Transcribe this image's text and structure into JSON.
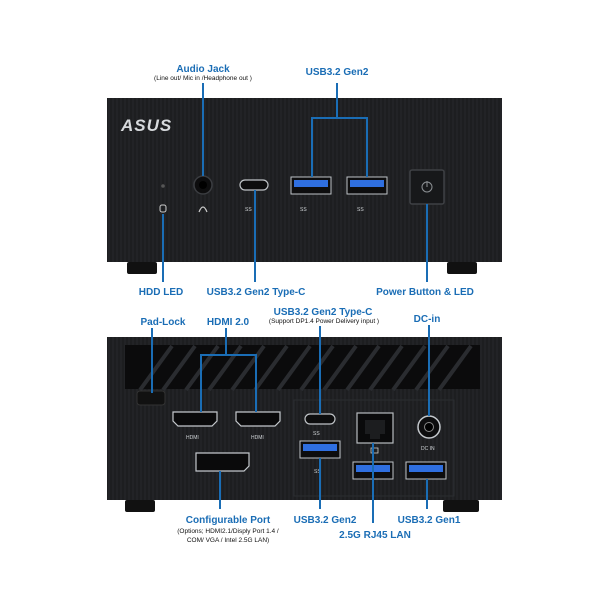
{
  "brand": "ASUS",
  "front_labels": {
    "audio_jack": "Audio Jack",
    "audio_jack_note": "(Line out/ Mic in /Headphone out )",
    "usb_gen2_top": "USB3.2 Gen2",
    "hdd_led": "HDD LED",
    "usb_typec": "USB3.2 Gen2 Type-C",
    "power_button": "Power Button & LED"
  },
  "rear_labels": {
    "pad_lock": "Pad-Lock",
    "hdmi": "HDMI 2.0",
    "usb_typec": "USB3.2 Gen2 Type-C",
    "usb_typec_note": "(Support DP1.4 Power Delivery input )",
    "dc_in": "DC-in",
    "configurable_port": "Configurable Port",
    "configurable_note_1": "(Options; HDMI2.1/Disply Port 1.4 /",
    "configurable_note_2": "COM/ VGA / Intel 2.5G LAN)",
    "usb_gen2": "USB3.2 Gen2",
    "usb_gen1": "USB3.2 Gen1",
    "lan": "2.5G RJ45 LAN"
  },
  "port_marks": {
    "hdmi_1": "HDMI",
    "hdmi_2": "HDMI",
    "ss": "SS",
    "dcin": "DC IN"
  },
  "colors": {
    "accent": "#1a6db5",
    "chassis": "#1c1d1f",
    "usb_blue": "#2f6fe0"
  }
}
